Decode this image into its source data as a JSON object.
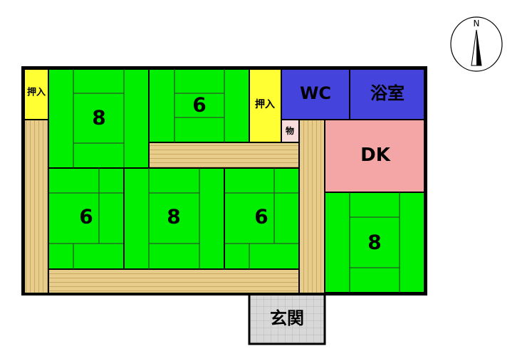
{
  "compass": {
    "north_label": "N"
  },
  "rooms": {
    "closet_left": "押入",
    "tatami_top_left": "8",
    "tatami_top_mid": "6",
    "closet_mid": "押入",
    "storage": "物",
    "wc": "WC",
    "bath": "浴室",
    "dk": "DK",
    "tatami_mid_left": "6",
    "tatami_mid_center": "8",
    "tatami_mid_right": "6",
    "tatami_right": "8",
    "entrance": "玄関"
  },
  "colors": {
    "tatami": "#00ee00",
    "closet": "#ffff33",
    "wet_area": "#4444dd",
    "dk": "#f4a6a6",
    "storage": "#f8dcdc",
    "wood_floor": "#e8cc8c",
    "entrance": "#d8d8d8",
    "wall": "#000000"
  }
}
